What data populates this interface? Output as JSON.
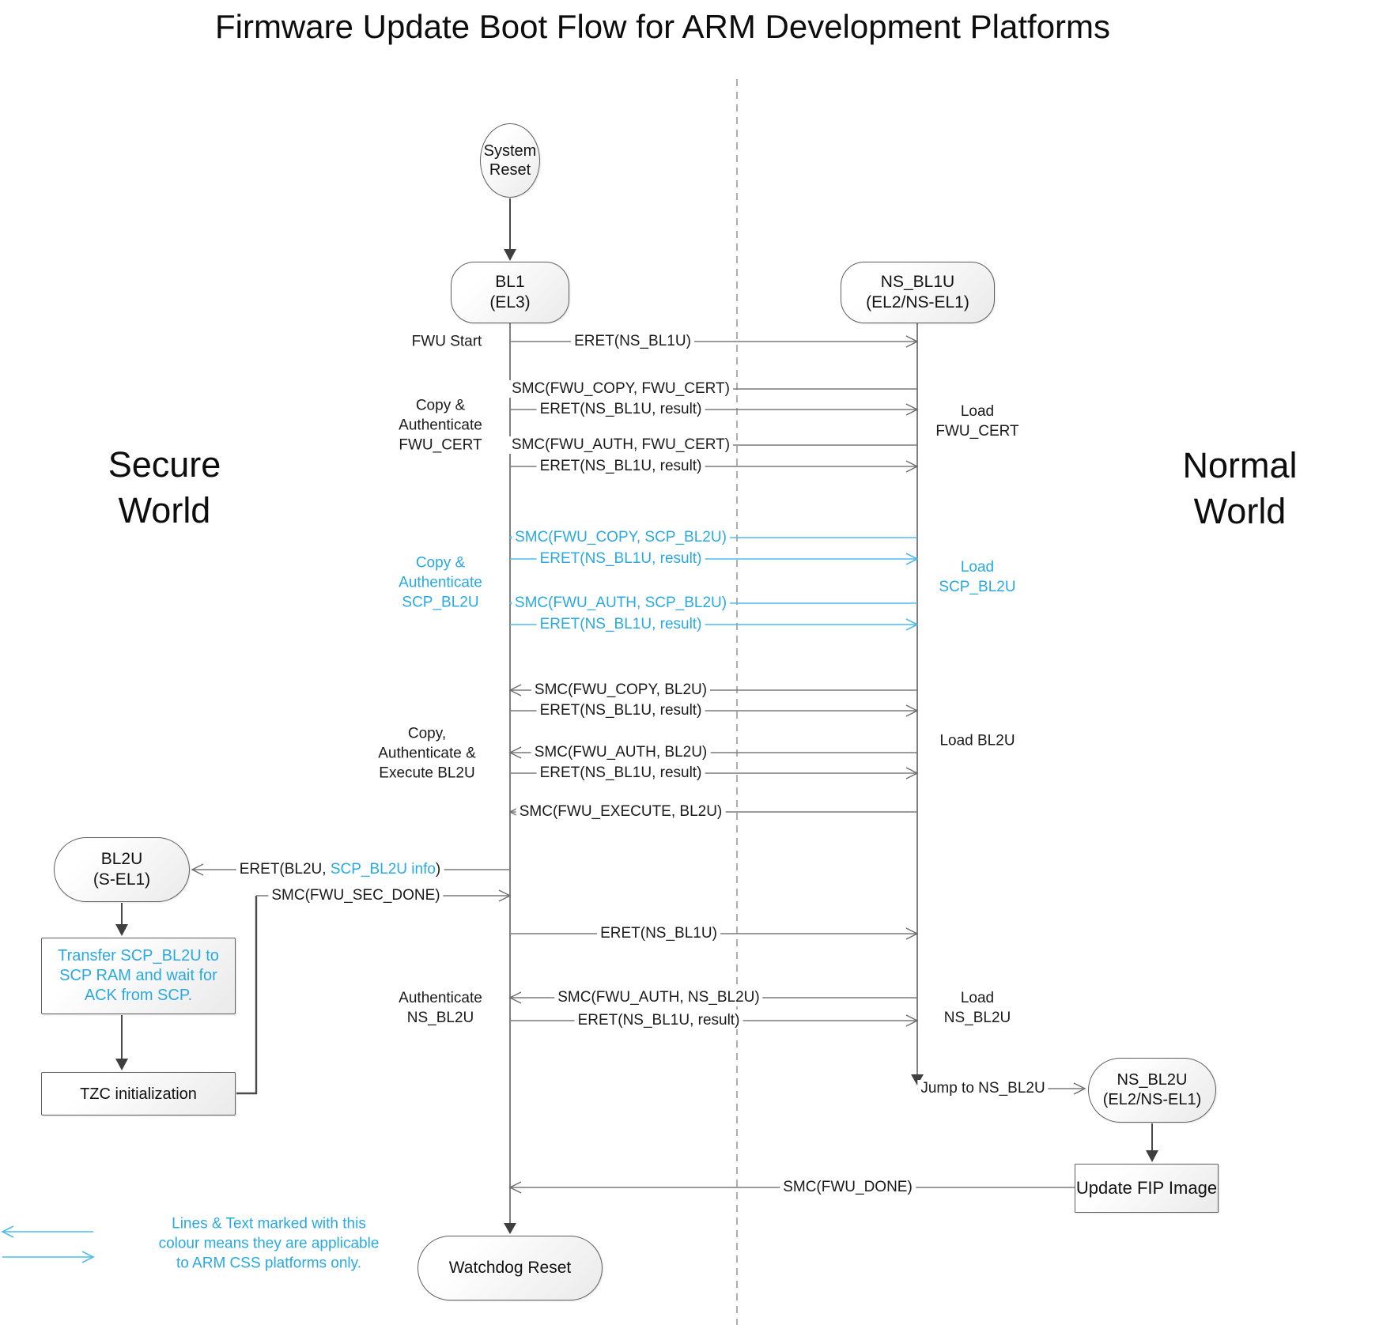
{
  "title": "Firmware Update Boot Flow for ARM Development Platforms",
  "world_labels": {
    "secure": "Secure\nWorld",
    "normal": "Normal\nWorld"
  },
  "nodes": {
    "system_reset": "System\nReset",
    "bl1": "BL1\n(EL3)",
    "ns_bl1u": "NS_BL1U\n(EL2/NS-EL1)",
    "bl2u": "BL2U\n(S-EL1)",
    "transfer_scp": "Transfer SCP_BL2U to\nSCP RAM and wait for\nACK from SCP.",
    "tzc": "TZC initialization",
    "ns_bl2u": "NS_BL2U\n(EL2/NS-EL1)",
    "update_fip": "Update FIP Image",
    "watchdog": "Watchdog Reset"
  },
  "messages": [
    {
      "label": "ERET(NS_BL1U)"
    },
    {
      "label": "SMC(FWU_COPY, FWU_CERT)"
    },
    {
      "label": "ERET(NS_BL1U, result)"
    },
    {
      "label": "SMC(FWU_AUTH, FWU_CERT)"
    },
    {
      "label": "ERET(NS_BL1U, result)"
    },
    {
      "label": "SMC(FWU_COPY, SCP_BL2U)"
    },
    {
      "label": "ERET(NS_BL1U, result)"
    },
    {
      "label": "SMC(FWU_AUTH, SCP_BL2U)"
    },
    {
      "label": "ERET(NS_BL1U, result)"
    },
    {
      "label": "SMC(FWU_COPY, BL2U)"
    },
    {
      "label": "ERET(NS_BL1U, result)"
    },
    {
      "label": "SMC(FWU_AUTH, BL2U)"
    },
    {
      "label": "ERET(NS_BL1U, result)"
    },
    {
      "label": "SMC(FWU_EXECUTE, BL2U)"
    },
    {
      "label": "SMC(FWU_SEC_DONE)"
    },
    {
      "label": "ERET(NS_BL1U)"
    },
    {
      "label": "SMC(FWU_AUTH, NS_BL2U)"
    },
    {
      "label": "ERET(NS_BL1U, result)"
    },
    {
      "label": "SMC(FWU_DONE)"
    }
  ],
  "mixed_message": {
    "pre": "ERET(BL2U, ",
    "highlight": "SCP_BL2U info",
    "post": ")"
  },
  "side_labels": {
    "fwu_start": "FWU Start",
    "copy_auth_fwu_cert": "Copy &\nAuthenticate\nFWU_CERT",
    "copy_auth_scp_bl2u": "Copy &\nAuthenticate\nSCP_BL2U",
    "copy_auth_exec_bl2u": "Copy,\nAuthenticate &\nExecute BL2U",
    "authenticate_ns_bl2u": "Authenticate\nNS_BL2U",
    "load_fwu_cert": "Load\nFWU_CERT",
    "load_scp_bl2u": "Load\nSCP_BL2U",
    "load_bl2u": "Load BL2U",
    "load_ns_bl2u": "Load\nNS_BL2U",
    "jump_to_ns_bl2u": "Jump to NS_BL2U"
  },
  "legend": {
    "note": "Lines & Text marked with this\ncolour means they are applicable\nto ARM CSS platforms only."
  },
  "colors": {
    "css_blue": "#29a9e1",
    "blue_line": "#4fbbeb",
    "line_gray": "#7a7a7a",
    "text_black": "#1a1a1a"
  }
}
